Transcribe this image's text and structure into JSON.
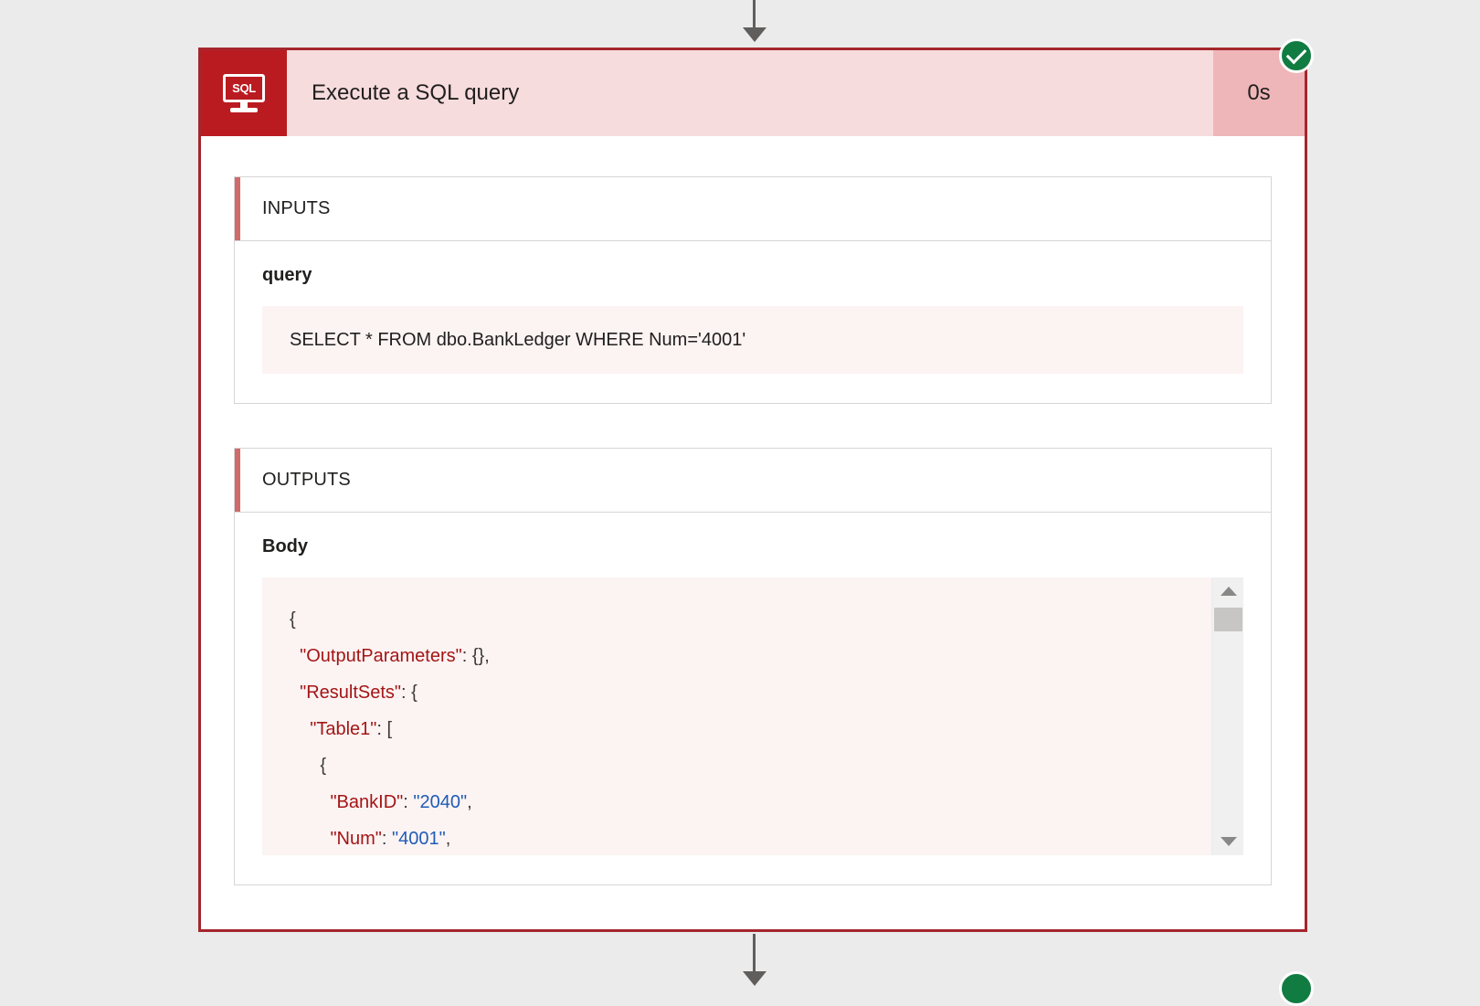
{
  "colors": {
    "card_border": "#a4262c",
    "icon_tile": "#ba1b21",
    "header_bg": "#f7dcdd",
    "duration_bg": "#efb6b9",
    "accent_bar": "#d16a6a",
    "success_green": "#107c41",
    "code_bg": "#fcf3f3",
    "json_key": "#a31515",
    "json_string": "#1f5bb5",
    "page_bg": "#ebebeb"
  },
  "card": {
    "icon": "sql-database-icon",
    "icon_label": "SQL",
    "title": "Execute a SQL query",
    "duration": "0s",
    "status": "succeeded",
    "status_icon": "check-circle-icon"
  },
  "inputs": {
    "section_label": "INPUTS",
    "field_label": "query",
    "query_value": "SELECT * FROM dbo.BankLedger WHERE Num='4001'"
  },
  "outputs": {
    "section_label": "OUTPUTS",
    "field_label": "Body",
    "json_lines": [
      {
        "indent": 0,
        "tokens": [
          {
            "t": "punct",
            "v": "{"
          }
        ]
      },
      {
        "indent": 1,
        "tokens": [
          {
            "t": "key",
            "v": "\"OutputParameters\""
          },
          {
            "t": "punct",
            "v": ": {},"
          }
        ]
      },
      {
        "indent": 1,
        "tokens": [
          {
            "t": "key",
            "v": "\"ResultSets\""
          },
          {
            "t": "punct",
            "v": ": {"
          }
        ]
      },
      {
        "indent": 2,
        "tokens": [
          {
            "t": "key",
            "v": "\"Table1\""
          },
          {
            "t": "punct",
            "v": ": ["
          }
        ]
      },
      {
        "indent": 3,
        "tokens": [
          {
            "t": "punct",
            "v": "{"
          }
        ]
      },
      {
        "indent": 4,
        "tokens": [
          {
            "t": "key",
            "v": "\"BankID\""
          },
          {
            "t": "punct",
            "v": ": "
          },
          {
            "t": "string",
            "v": "\"2040\""
          },
          {
            "t": "punct",
            "v": ","
          }
        ]
      },
      {
        "indent": 4,
        "tokens": [
          {
            "t": "key",
            "v": "\"Num\""
          },
          {
            "t": "punct",
            "v": ": "
          },
          {
            "t": "string",
            "v": "\"4001\""
          },
          {
            "t": "punct",
            "v": ","
          }
        ]
      }
    ],
    "scrollbar": {
      "up_icon": "chevron-up-icon",
      "down_icon": "chevron-down-icon"
    }
  }
}
